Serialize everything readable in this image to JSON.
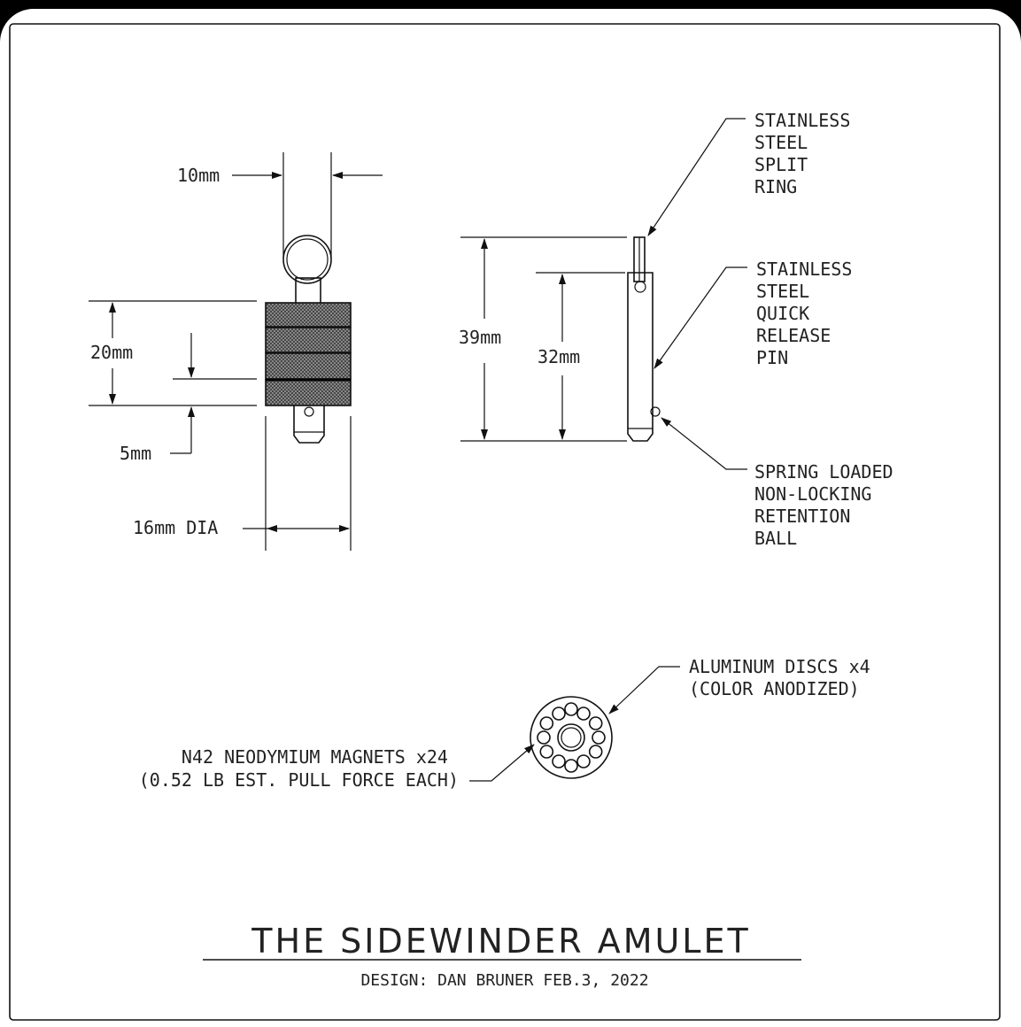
{
  "drawing": {
    "title": "THE SIDEWINDER AMULET",
    "subtitle": "DESIGN: DAN BRUNER FEB.3, 2022"
  },
  "front_view": {
    "dim_ring_width": "10mm",
    "dim_body_height": "20mm",
    "dim_disc_thickness": "5mm",
    "dim_diameter": "16mm DIA"
  },
  "side_view": {
    "dim_total_height": "39mm",
    "dim_pin_height": "32mm",
    "callout_ring": [
      "STAINLESS",
      "STEEL",
      "SPLIT",
      "RING"
    ],
    "callout_pin": [
      "STAINLESS",
      "STEEL",
      "QUICK",
      "RELEASE",
      "PIN"
    ],
    "callout_ball": [
      "SPRING LOADED",
      "NON-LOCKING",
      "RETENTION",
      "BALL"
    ]
  },
  "end_view": {
    "callout_discs": [
      "ALUMINUM DISCS x4",
      "(COLOR ANODIZED)"
    ],
    "callout_magnets": [
      "N42 NEODYMIUM MAGNETS x24",
      "(0.52 LB EST. PULL FORCE EACH)"
    ]
  }
}
